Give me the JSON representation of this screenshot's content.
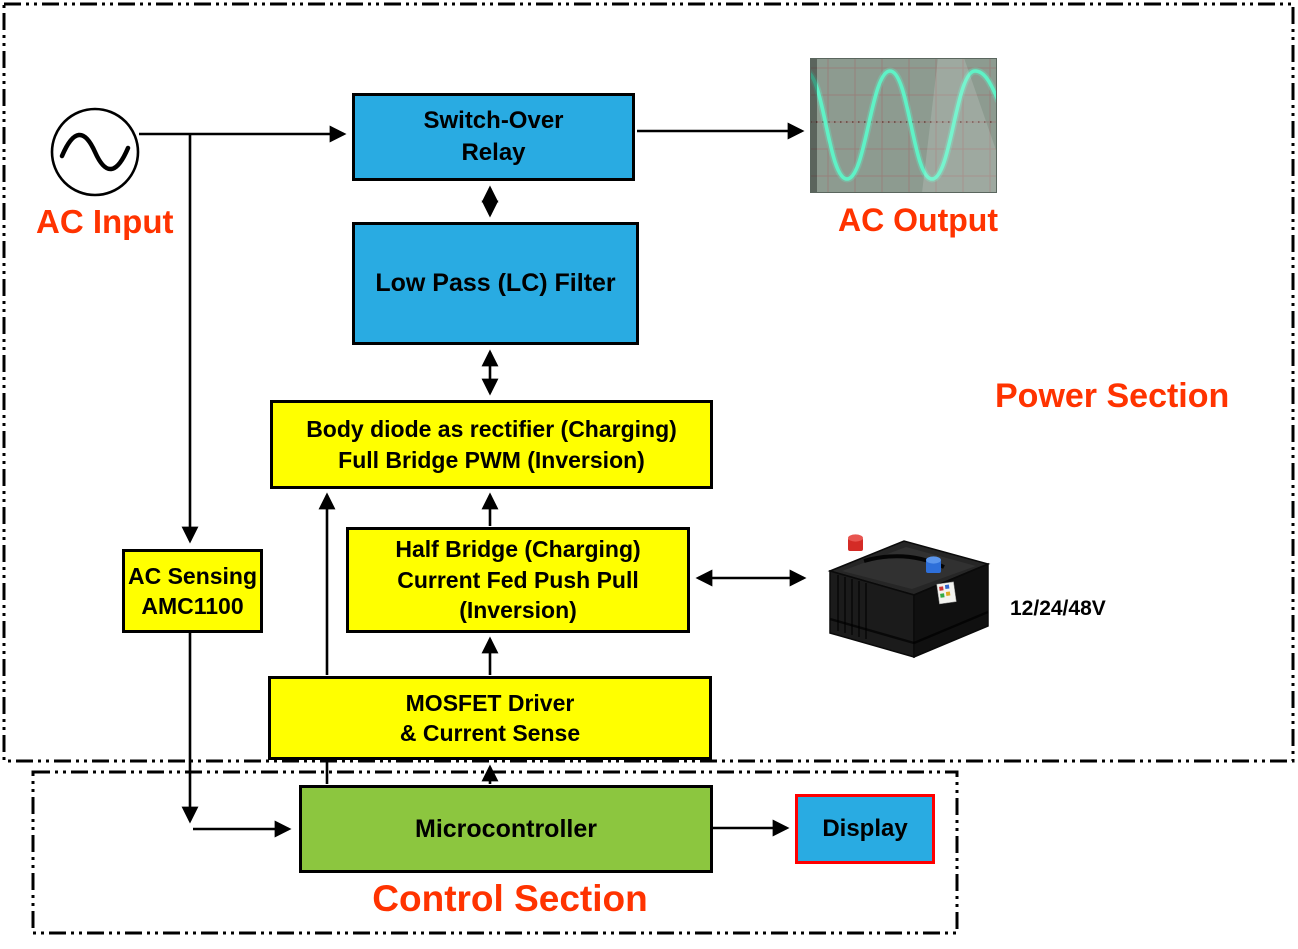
{
  "sections": {
    "power": {
      "label": "Power Section"
    },
    "control": {
      "label": "Control Section"
    }
  },
  "nodes": {
    "ac_input": {
      "label": "AC Input",
      "icon": "ac-source-icon"
    },
    "switch_over_relay": {
      "label": "Switch-Over\nRelay",
      "color": "#29ABE2"
    },
    "low_pass_filter": {
      "label": "Low Pass (LC) Filter",
      "color": "#29ABE2"
    },
    "body_diode": {
      "label": "Body diode as rectifier (Charging)\nFull Bridge PWM (Inversion)",
      "color": "#FFFF00"
    },
    "half_bridge": {
      "label": "Half Bridge (Charging)\nCurrent Fed Push Pull\n(Inversion)",
      "color": "#FFFF00"
    },
    "ac_sensing": {
      "label": "AC Sensing\nAMC1100",
      "color": "#FFFF00"
    },
    "mosfet_driver": {
      "label": "MOSFET Driver\n& Current Sense",
      "color": "#FFFF00"
    },
    "microcontroller": {
      "label": "Microcontroller",
      "color": "#8CC63F"
    },
    "display": {
      "label": "Display",
      "color": "#29ABE2",
      "border_color": "#FF0000"
    },
    "ac_output": {
      "label": "AC Output",
      "icon": "oscilloscope-image"
    },
    "battery": {
      "label": "12/24/48V",
      "icon": "battery-image"
    }
  },
  "colors": {
    "box_blue": "#29ABE2",
    "box_yellow": "#FFFF00",
    "box_green": "#8CC63F",
    "display_border": "#FF0000",
    "section_label_red": "#FF3300",
    "connector_black": "#000000",
    "scope_trace_green": "#5FF2C6"
  }
}
